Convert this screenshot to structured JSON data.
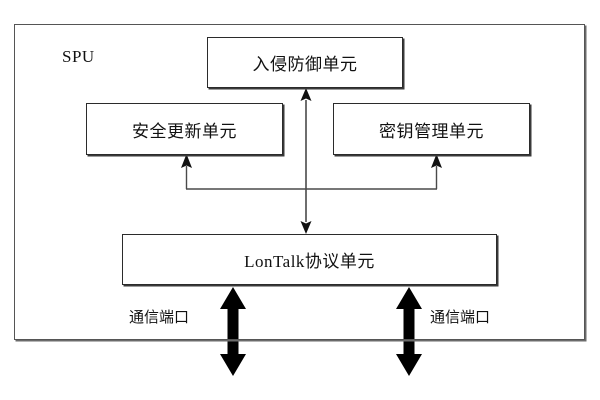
{
  "diagram": {
    "container": {
      "name": "SPU",
      "label": "SPU"
    },
    "nodes": [
      {
        "id": "intrusion-prevention-unit",
        "label": "入侵防御单元"
      },
      {
        "id": "security-update-unit",
        "label": "安全更新单元"
      },
      {
        "id": "key-management-unit",
        "label": "密钥管理单元"
      },
      {
        "id": "lontalk-protocol-unit",
        "label": "LonTalk协议单元"
      }
    ],
    "port_labels": [
      {
        "id": "communication-port-left",
        "label": "通信端口"
      },
      {
        "id": "communication-port-right",
        "label": "通信端口"
      }
    ],
    "colors": {
      "background": "#ffffff",
      "box_stroke": "#2b2b2b",
      "container_stroke": "#555555",
      "arrow_thin": "#3a3a3a",
      "arrow_thick": "#000000",
      "text": "#111111"
    }
  }
}
